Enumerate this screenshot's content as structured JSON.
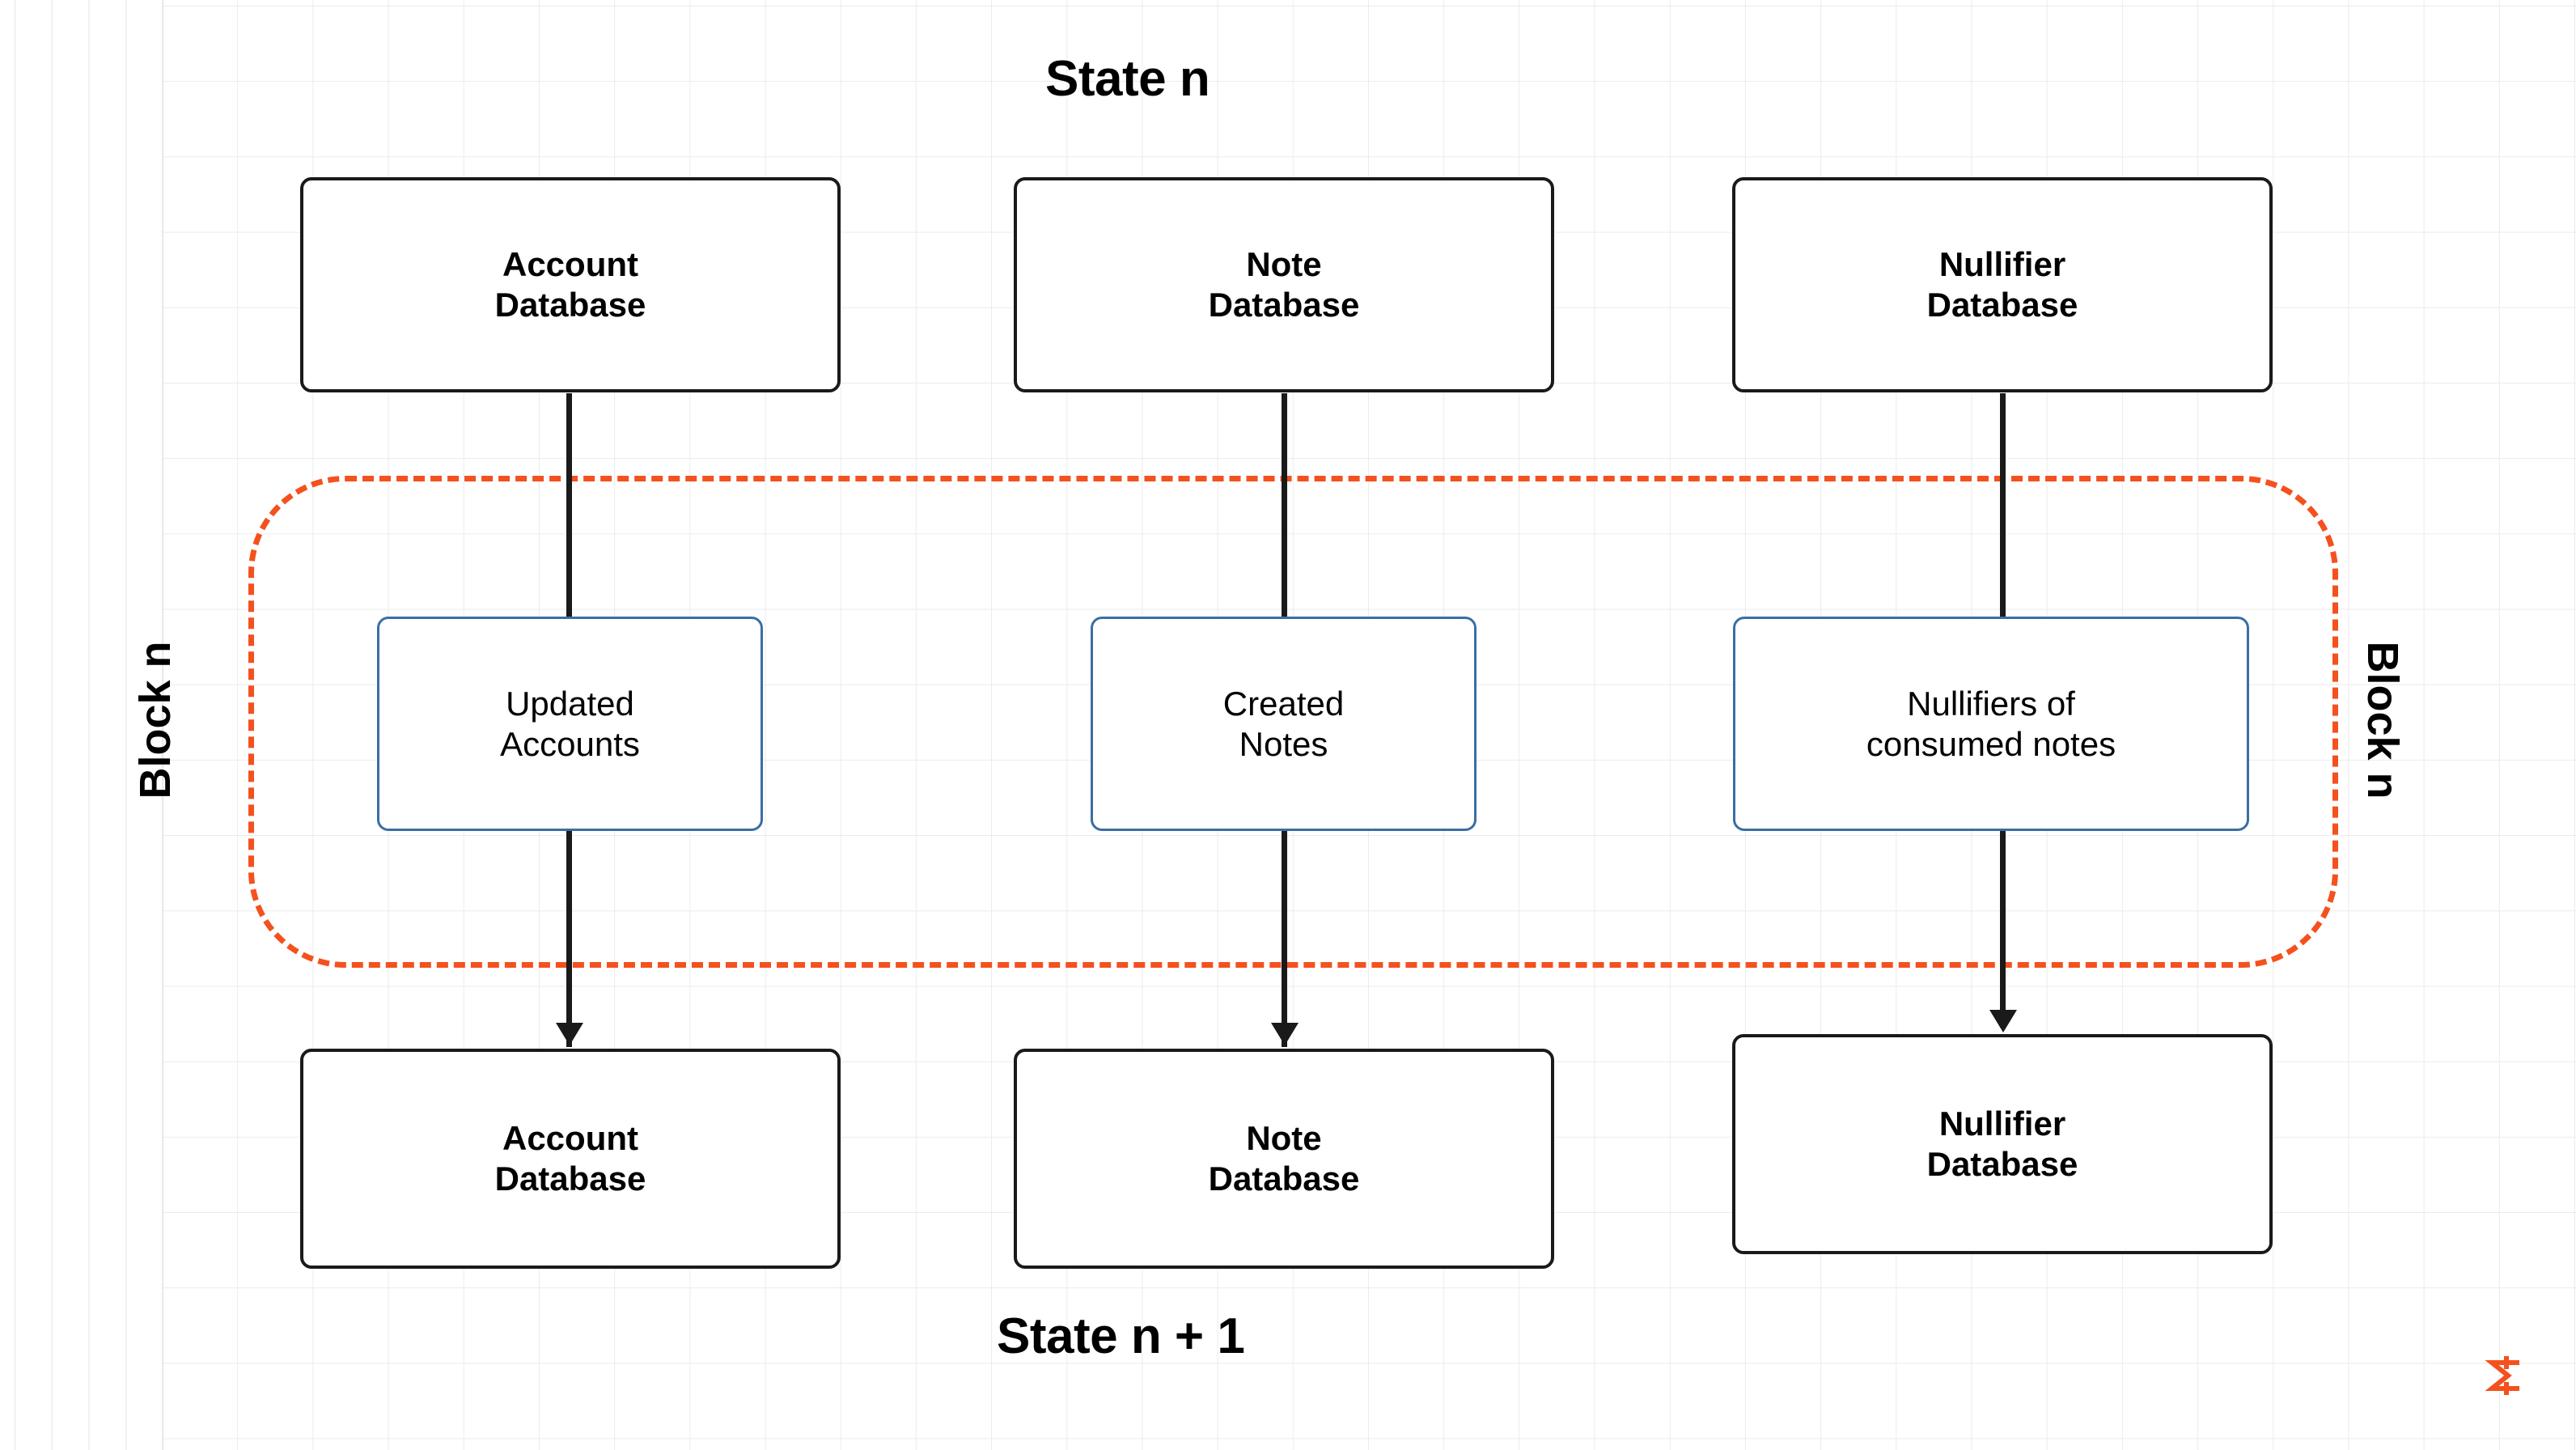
{
  "diagram": {
    "title_top": "State n",
    "title_bottom": "State n + 1",
    "block_label_left": "Block n",
    "block_label_right": "Block n",
    "colors": {
      "database_border": "#1a1a1a",
      "block_node_border": "#3a6ea5",
      "block_region_border": "#f4511e",
      "grid_line": "#ebebeb",
      "text": "#000000",
      "logo": "#f4511e"
    },
    "top_row": [
      {
        "name": "account-database",
        "label": "Account\nDatabase"
      },
      {
        "name": "note-database",
        "label": "Note\nDatabase"
      },
      {
        "name": "nullifier-database",
        "label": "Nullifier\nDatabase"
      }
    ],
    "middle_row": [
      {
        "name": "updated-accounts",
        "label": "Updated\nAccounts"
      },
      {
        "name": "created-notes",
        "label": "Created\nNotes"
      },
      {
        "name": "nullifiers-of-consumed-notes",
        "label": "Nullifiers of\nconsumed notes"
      }
    ],
    "bottom_row": [
      {
        "name": "account-database",
        "label": "Account\nDatabase"
      },
      {
        "name": "note-database",
        "label": "Note\nDatabase"
      },
      {
        "name": "nullifier-database",
        "label": "Nullifier\nDatabase"
      }
    ],
    "logo": "sigma-logo-icon"
  }
}
